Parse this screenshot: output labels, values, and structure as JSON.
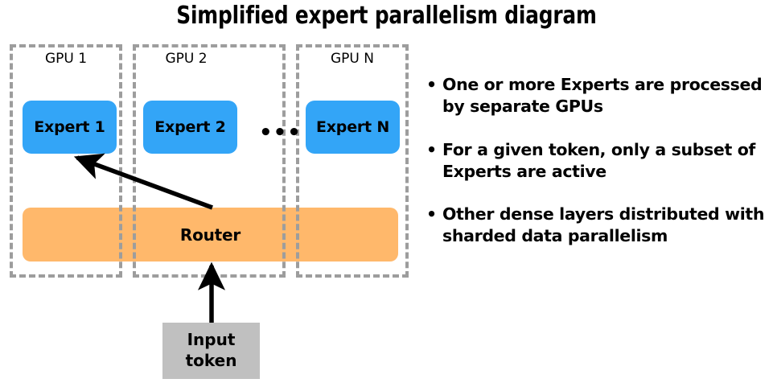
{
  "title": "Simplified expert parallelism diagram",
  "colors": {
    "expert_blue": "#33a5f7",
    "router_orange": "#ffb86b",
    "input_grey": "#c0c0c0",
    "dashed_border_grey": "#9d9d9d",
    "text_black": "#000000",
    "background": "#ffffff"
  },
  "diagram": {
    "gpus": [
      {
        "label": "GPU 1",
        "expert": "Expert 1"
      },
      {
        "label": "GPU 2",
        "expert": "Expert 2"
      },
      {
        "label": "GPU N",
        "expert": "Expert N"
      }
    ],
    "ellipsis": "•••",
    "router_label": "Router",
    "input_token_line1": "Input",
    "input_token_line2": "token"
  },
  "bullets": [
    {
      "marker": "•",
      "text": "One or more Experts are processed by separate GPUs"
    },
    {
      "marker": "•",
      "text": "For a given token, only a subset of Experts are active"
    },
    {
      "marker": "•",
      "text": "Other dense layers distributed with sharded data parallelism"
    }
  ]
}
